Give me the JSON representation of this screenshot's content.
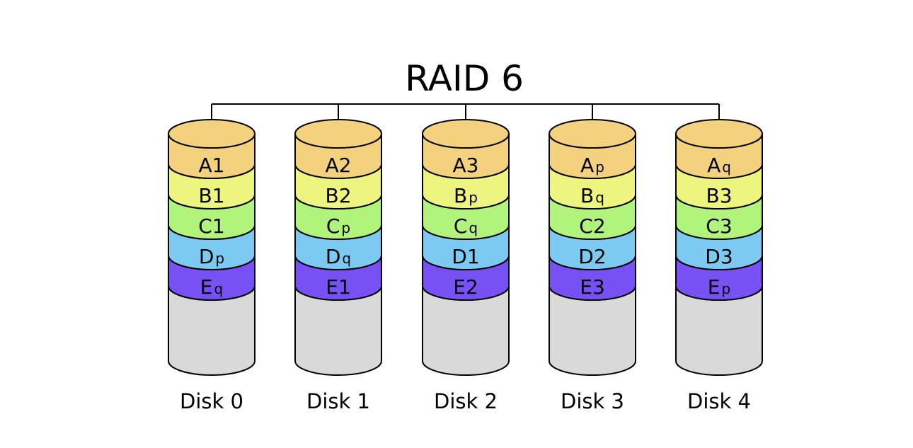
{
  "title": "RAID 6",
  "colors": {
    "A": "#f4d17d",
    "B": "#eef57e",
    "C": "#b0f47c",
    "D": "#7ccaf2",
    "E": "#7851f4",
    "empty": "#d9d9d9",
    "stroke": "#000000"
  },
  "disks": [
    {
      "label": "Disk 0",
      "blocks": [
        {
          "row": "A",
          "base": "A",
          "sub": "1"
        },
        {
          "row": "B",
          "base": "B",
          "sub": "1"
        },
        {
          "row": "C",
          "base": "C",
          "sub": "1"
        },
        {
          "row": "D",
          "base": "D",
          "sub": "p"
        },
        {
          "row": "E",
          "base": "E",
          "sub": "q"
        }
      ]
    },
    {
      "label": "Disk 1",
      "blocks": [
        {
          "row": "A",
          "base": "A",
          "sub": "2"
        },
        {
          "row": "B",
          "base": "B",
          "sub": "2"
        },
        {
          "row": "C",
          "base": "C",
          "sub": "p"
        },
        {
          "row": "D",
          "base": "D",
          "sub": "q"
        },
        {
          "row": "E",
          "base": "E",
          "sub": "1"
        }
      ]
    },
    {
      "label": "Disk 2",
      "blocks": [
        {
          "row": "A",
          "base": "A",
          "sub": "3"
        },
        {
          "row": "B",
          "base": "B",
          "sub": "p"
        },
        {
          "row": "C",
          "base": "C",
          "sub": "q"
        },
        {
          "row": "D",
          "base": "D",
          "sub": "1"
        },
        {
          "row": "E",
          "base": "E",
          "sub": "2"
        }
      ]
    },
    {
      "label": "Disk 3",
      "blocks": [
        {
          "row": "A",
          "base": "A",
          "sub": "p"
        },
        {
          "row": "B",
          "base": "B",
          "sub": "q"
        },
        {
          "row": "C",
          "base": "C",
          "sub": "2"
        },
        {
          "row": "D",
          "base": "D",
          "sub": "2"
        },
        {
          "row": "E",
          "base": "E",
          "sub": "3"
        }
      ]
    },
    {
      "label": "Disk 4",
      "blocks": [
        {
          "row": "A",
          "base": "A",
          "sub": "q"
        },
        {
          "row": "B",
          "base": "B",
          "sub": "3"
        },
        {
          "row": "C",
          "base": "C",
          "sub": "3"
        },
        {
          "row": "D",
          "base": "D",
          "sub": "3"
        },
        {
          "row": "E",
          "base": "E",
          "sub": "p"
        }
      ]
    }
  ]
}
